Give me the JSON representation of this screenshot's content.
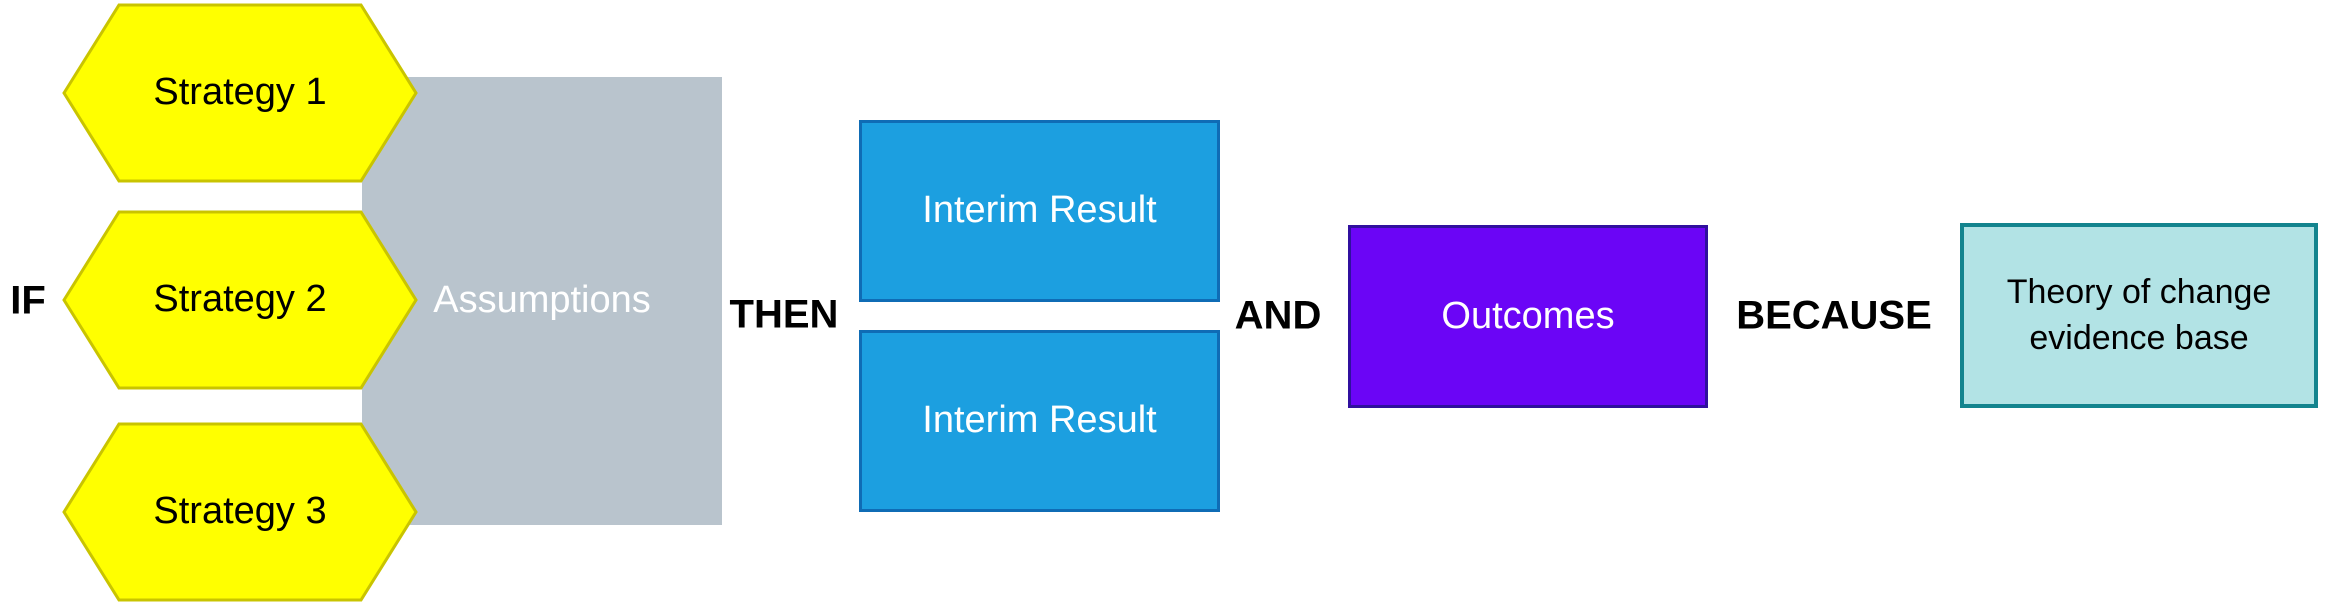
{
  "connectors": {
    "if": "IF",
    "then": "THEN",
    "and": "AND",
    "because": "BECAUSE"
  },
  "strategies": [
    {
      "label": "Strategy 1"
    },
    {
      "label": "Strategy 2"
    },
    {
      "label": "Strategy 3"
    }
  ],
  "assumptions": {
    "label": "Assumptions"
  },
  "interim_results": [
    {
      "label": "Interim Result"
    },
    {
      "label": "Interim Result"
    }
  ],
  "outcomes": {
    "label": "Outcomes"
  },
  "evidence_base": {
    "label": "Theory of change evidence base"
  },
  "colors": {
    "hex-fill": "#FFFF00",
    "hex-border": "#C9C400",
    "assumptions-fill": "#B9C4CD",
    "interim-fill": "#1C9FE0",
    "interim-border": "#0F6CB5",
    "outcomes-fill": "#6B05F6",
    "outcomes-border": "#30109E",
    "evidence-fill": "#B2E3E5",
    "evidence-border": "#13848E",
    "connector-text": "#000000",
    "label-light": "#FFFFFF",
    "label-dark": "#000000"
  }
}
